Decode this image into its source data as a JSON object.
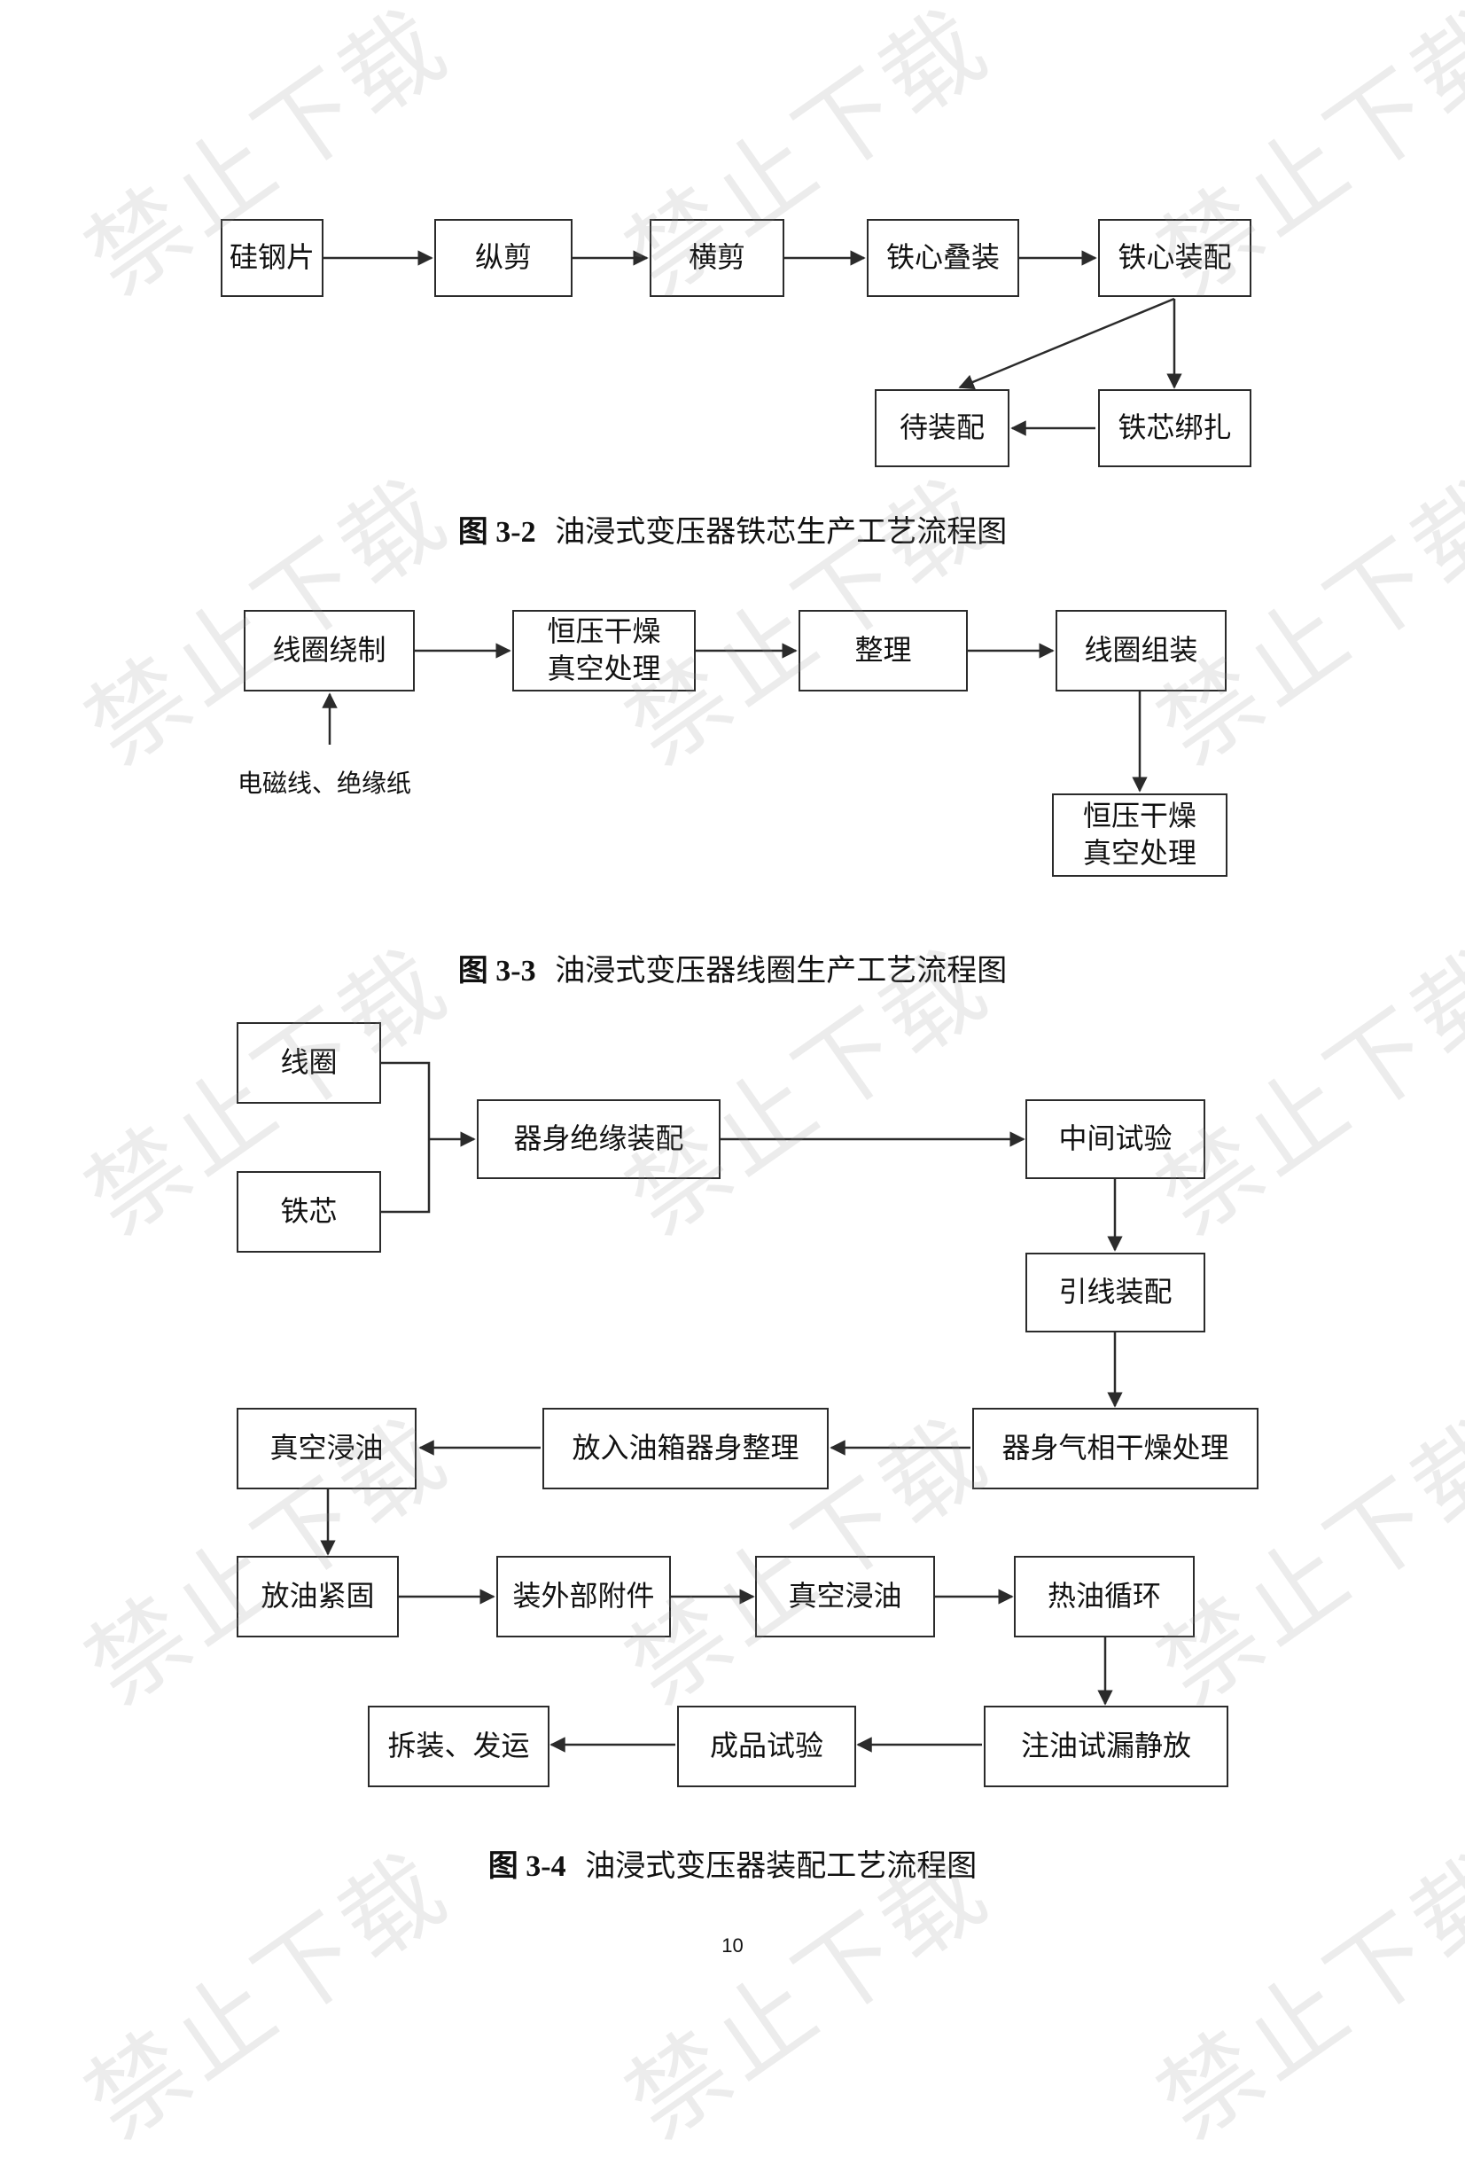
{
  "figure_3_2": {
    "caption_num": "图 3-2",
    "caption_text": "油浸式变压器铁芯生产工艺流程图",
    "nodes": [
      "硅钢片",
      "纵剪",
      "横剪",
      "铁心叠装",
      "铁心装配",
      "铁芯绑扎",
      "待装配"
    ]
  },
  "figure_3_3": {
    "caption_num": "图 3-3",
    "caption_text": "油浸式变压器线圈生产工艺流程图",
    "nodes": [
      "线圈绕制",
      "恒压干燥\n真空处理",
      "整理",
      "线圈组装",
      "恒压干燥\n真空处理"
    ],
    "input_note": "电磁线、绝缘纸"
  },
  "figure_3_4": {
    "caption_num": "图 3-4",
    "caption_text": "油浸式变压器装配工艺流程图",
    "nodes": [
      "线圈",
      "铁芯",
      "器身绝缘装配",
      "中间试验",
      "引线装配",
      "器身气相干燥处理",
      "放入油箱器身整理",
      "真空浸油",
      "放油紧固",
      "装外部附件",
      "真空浸油",
      "热油循环",
      "注油试漏静放",
      "成品试验",
      "拆装、发运"
    ]
  },
  "page_number": "10",
  "watermark": "禁止下载"
}
